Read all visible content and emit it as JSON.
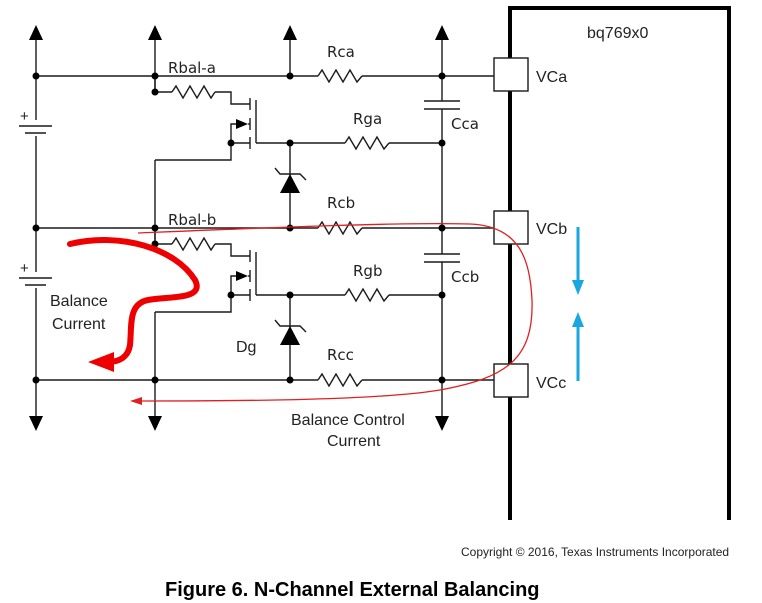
{
  "diagram": {
    "title": "Figure 6. N-Channel External Balancing",
    "copyright": "Copyright © 2016, Texas Instruments Incorporated",
    "ic": {
      "name": "bq769x0",
      "pins": [
        "VCa",
        "VCb",
        "VCc"
      ]
    },
    "components": {
      "resistors": {
        "rbal_a": "Rbal-a",
        "rbal_b": "Rbal-b",
        "rca": "Rca",
        "rcb": "Rcb",
        "rcc": "Rcc",
        "rga": "Rga",
        "rgb": "Rgb"
      },
      "capacitors": {
        "cca": "Cca",
        "ccb": "Ccb"
      },
      "diode": "Dg",
      "battery_polarity": "+"
    },
    "annotations": {
      "balance_current_line1": "Balance",
      "balance_current_line2": "Current",
      "balance_control_line1": "Balance Control",
      "balance_control_line2": "Current"
    },
    "colors": {
      "balance_current": "#ee0000",
      "balance_control_current": "#e02020",
      "voltage_arrows": "#1aa7e0"
    }
  }
}
